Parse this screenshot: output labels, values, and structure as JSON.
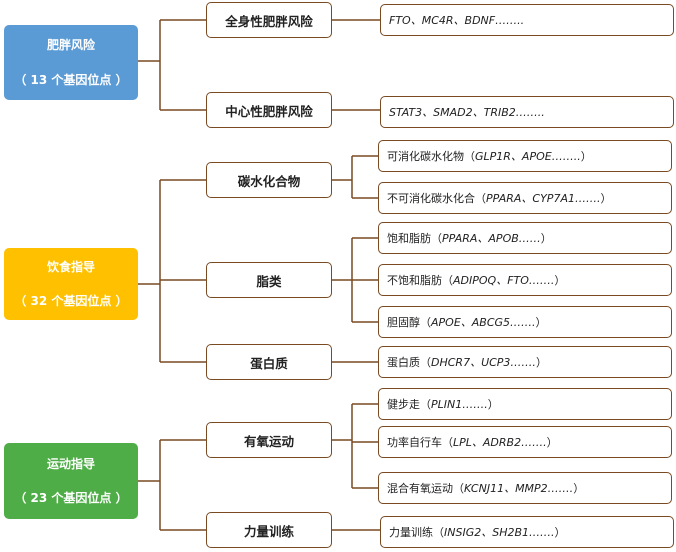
{
  "categories": [
    {
      "title": "肥胖风险",
      "count": "（ 13 个基因位点 ）",
      "color": "#5b9bd5"
    },
    {
      "title": "饮食指导",
      "count": "（ 32 个基因位点 ）",
      "color": "#ffc000"
    },
    {
      "title": "运动指导",
      "count": "（ 23 个基因位点 ）",
      "color": "#4fad47"
    }
  ],
  "mids": [
    "全身性肥胖风险",
    "中心性肥胖风险",
    "碳水化合物",
    "脂类",
    "蛋白质",
    "有氧运动",
    "力量训练"
  ],
  "leaves": [
    {
      "prefix": "",
      "genes": "FTO、MC4R、BDNF……..",
      "suffix": ""
    },
    {
      "prefix": "",
      "genes": "STAT3、SMAD2、TRIB2……..",
      "suffix": ""
    },
    {
      "prefix": "可消化碳水化物（ ",
      "genes": "GLP1R、APOE……..",
      "suffix": " ）"
    },
    {
      "prefix": "不可消化碳水化合（ ",
      "genes": "PPARA、CYP7A1…….",
      "suffix": " ）"
    },
    {
      "prefix": "饱和脂肪（ ",
      "genes": "PPARA、APOB……",
      "suffix": " ）"
    },
    {
      "prefix": "不饱和脂肪（ ",
      "genes": "ADIPOQ、FTO…….",
      "suffix": " ）"
    },
    {
      "prefix": "胆固醇（ ",
      "genes": "APOE、ABCG5…….",
      "suffix": " ）"
    },
    {
      "prefix": "蛋白质（ ",
      "genes": "DHCR7、UCP3…….",
      "suffix": " ）"
    },
    {
      "prefix": "健步走（ ",
      "genes": "PLIN1…….",
      "suffix": " ）"
    },
    {
      "prefix": "功率自行车（ ",
      "genes": "LPL、ADRB2…….",
      "suffix": " ）"
    },
    {
      "prefix": "混合有氧运动（ ",
      "genes": "KCNJ11、MMP2…….",
      "suffix": " ）"
    },
    {
      "prefix": "力量训练（ ",
      "genes": "INSIG2、SH2B1…….",
      "suffix": " ）"
    }
  ],
  "colors": {
    "connector": "#7a4a22"
  }
}
